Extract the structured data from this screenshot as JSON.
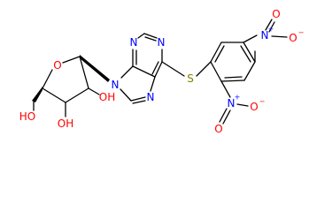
{
  "molecule": {
    "atoms": [
      {
        "id": "o_ring",
        "label": "O",
        "element": "O"
      },
      {
        "id": "n9",
        "label": "N",
        "element": "N"
      },
      {
        "id": "n7",
        "label": "N",
        "element": "N"
      },
      {
        "id": "n1",
        "label": "N",
        "element": "N"
      },
      {
        "id": "n3",
        "label": "N",
        "element": "N"
      },
      {
        "id": "s",
        "label": "S",
        "element": "S"
      },
      {
        "id": "n_para",
        "label": "N",
        "element": "N",
        "charge": "+"
      },
      {
        "id": "n_ortho",
        "label": "N",
        "element": "N",
        "charge": "+"
      },
      {
        "id": "o_p1",
        "label": "O",
        "element": "O"
      },
      {
        "id": "o_p2",
        "label": "O",
        "element": "O",
        "charge": "−"
      },
      {
        "id": "o_o1",
        "label": "O",
        "element": "O"
      },
      {
        "id": "o_o2",
        "label": "O",
        "element": "O",
        "charge": "−"
      },
      {
        "id": "oh2",
        "label": "OH",
        "element": "O"
      },
      {
        "id": "oh3",
        "label": "OH",
        "element": "O"
      },
      {
        "id": "oh5",
        "label": "HO",
        "element": "O"
      }
    ]
  },
  "colors": {
    "N": "#0000ff",
    "O": "#ff0000",
    "S": "#808000",
    "bond": "#000000"
  }
}
